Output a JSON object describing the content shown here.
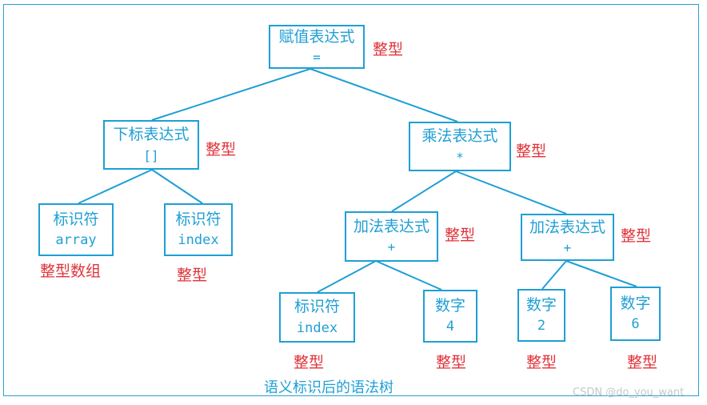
{
  "nodes": {
    "root": {
      "name": "赋值表达式",
      "symbol": "=",
      "type": "整型"
    },
    "index_expr": {
      "name": "下标表达式",
      "symbol": "[]",
      "type": "整型"
    },
    "mul_expr": {
      "name": "乘法表达式",
      "symbol": "*",
      "type": "整型"
    },
    "id_array": {
      "name": "标识符",
      "symbol": "array",
      "type": "整型数组"
    },
    "id_index": {
      "name": "标识符",
      "symbol": "index",
      "type": "整型"
    },
    "add_expr_1": {
      "name": "加法表达式",
      "symbol": "+",
      "type": "整型"
    },
    "add_expr_2": {
      "name": "加法表达式",
      "symbol": "+",
      "type": "整型"
    },
    "id_index_2": {
      "name": "标识符",
      "symbol": "index",
      "type": "整型"
    },
    "num_4": {
      "name": "数字",
      "symbol": "4",
      "type": "整型"
    },
    "num_2": {
      "name": "数字",
      "symbol": "2",
      "type": "整型"
    },
    "num_6": {
      "name": "数字",
      "symbol": "6",
      "type": "整型"
    }
  },
  "caption": "语义标识后的语法树",
  "watermark": "CSDN @do_you_want",
  "colors": {
    "node": "#1f9fd5",
    "type_label": "#e0333a",
    "frame": "#29a2d6"
  }
}
